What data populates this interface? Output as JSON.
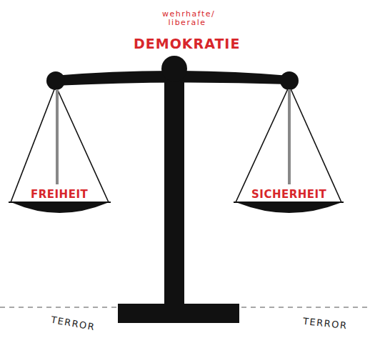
{
  "diagram": {
    "nodes": [
      {
        "text": [
          "FREIHEIT"
        ]
      },
      {
        "text": [
          "SICHERHEIT"
        ]
      }
    ],
    "labels": [
      "wehrhafte/ liberale",
      "DEMOKRATIE",
      "TERROR",
      "TERROR"
    ]
  }
}
